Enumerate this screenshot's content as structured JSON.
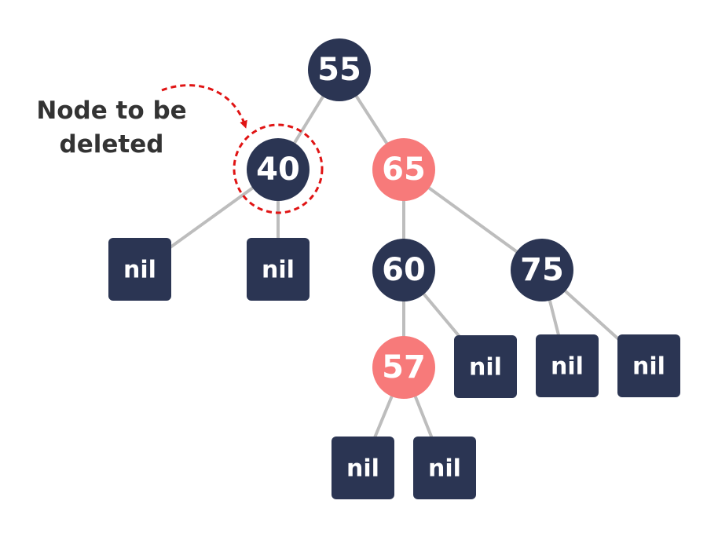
{
  "colors": {
    "black_node": "#2b3553",
    "red_node": "#f77a7a",
    "edge": "#bdbdbd",
    "highlight": "#e01414",
    "annotation_text": "#333333"
  },
  "annotation": {
    "line1": "Node to be",
    "line2": "deleted"
  },
  "tree": {
    "root": {
      "value": "55",
      "color": "black"
    },
    "n40": {
      "value": "40",
      "color": "black",
      "highlighted": true
    },
    "n65": {
      "value": "65",
      "color": "red"
    },
    "n60": {
      "value": "60",
      "color": "black"
    },
    "n75": {
      "value": "75",
      "color": "black"
    },
    "n57": {
      "value": "57",
      "color": "red"
    }
  },
  "nil_label": "nil"
}
